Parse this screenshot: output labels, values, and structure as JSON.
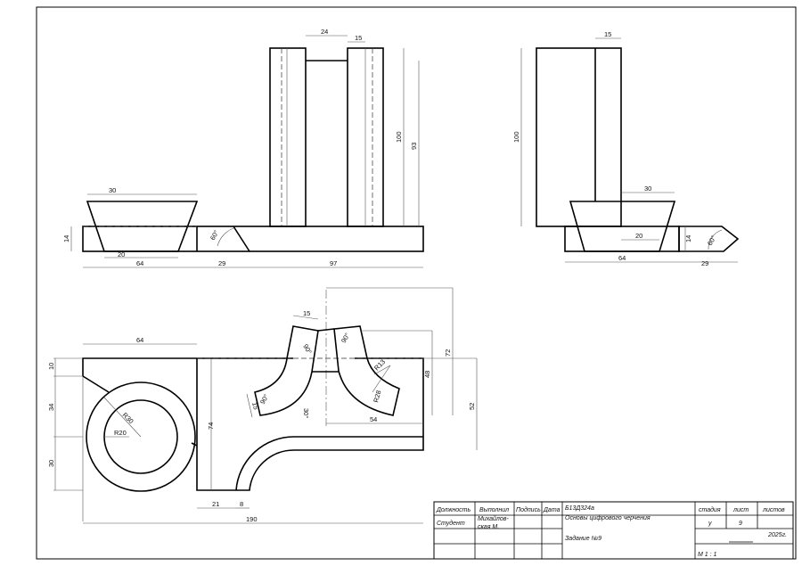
{
  "front_view": {
    "dims": [
      "24",
      "15",
      "100",
      "93",
      "30",
      "14",
      "20",
      "60°",
      "64",
      "29",
      "97"
    ]
  },
  "side_view": {
    "dims": [
      "15",
      "100",
      "30",
      "20",
      "14",
      "60°",
      "64",
      "29"
    ]
  },
  "top_view": {
    "dims": [
      "15",
      "90°",
      "90°",
      "R13",
      "48",
      "72",
      "52",
      "64",
      "10",
      "34",
      "30",
      "R30",
      "R20",
      "90°",
      "15",
      "30°",
      "R28",
      "54",
      "74",
      "21",
      "8",
      "190"
    ]
  },
  "title_block": {
    "headers": [
      "Должность",
      "Выполнил",
      "Подпись",
      "Дата"
    ],
    "role": "Студент",
    "author": "Михайлов-\nская М.",
    "author_line1": "Михайлов-",
    "author_line2": "ская М.",
    "code": "Б13Д324а",
    "subject": "Основы цифрового черчения",
    "task": "Задание №9",
    "stage_label": "стадия",
    "sheet_label": "лист",
    "sheets_label": "листов",
    "stage": "у",
    "sheet": "9",
    "year": "2025г.",
    "scale": "М 1 : 1"
  }
}
